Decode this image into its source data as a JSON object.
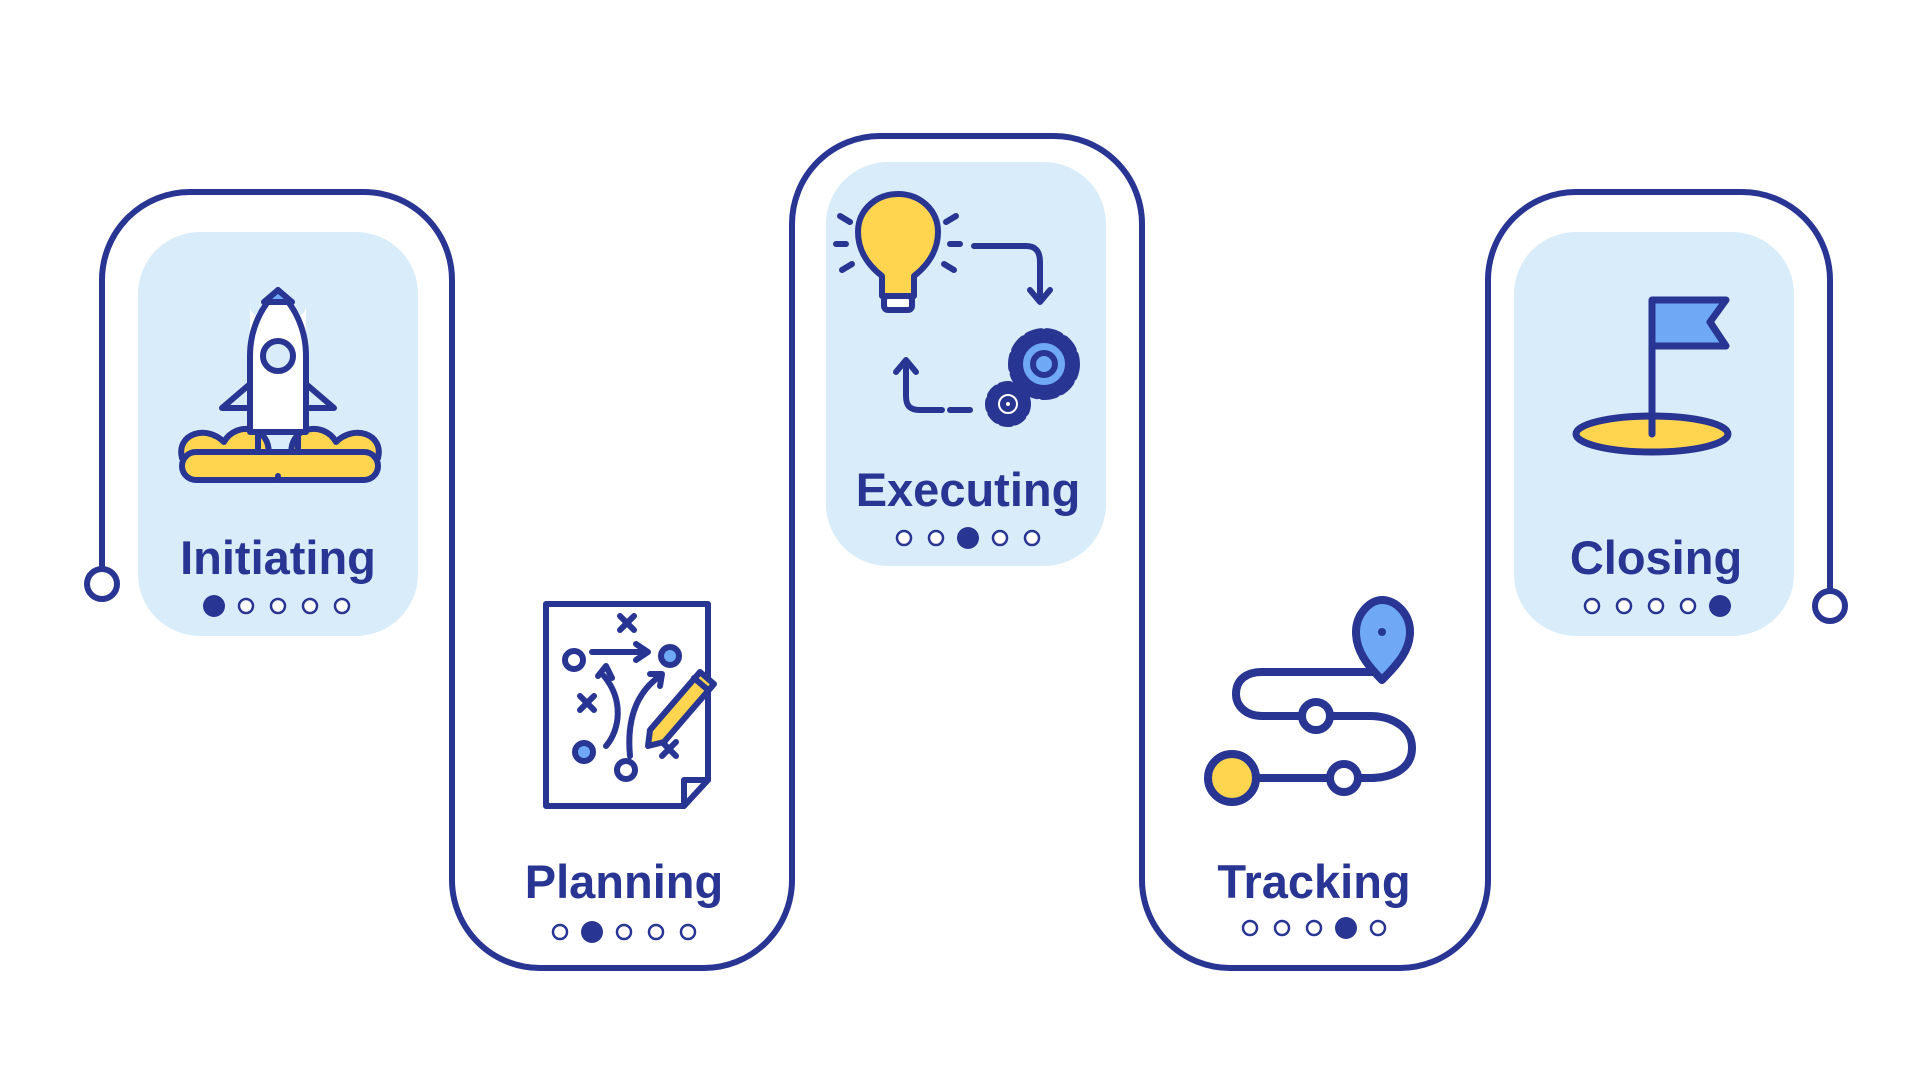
{
  "colors": {
    "navy": "#283593",
    "panel": "#d9ecf9",
    "yellow": "#ffd54f",
    "blue": "#6fa8f5",
    "background": "#ffffff"
  },
  "stages": [
    {
      "id": "initiating",
      "label": "Initiating",
      "icon": "rocket-icon",
      "dots_total": 5,
      "active_dot": 1
    },
    {
      "id": "planning",
      "label": "Planning",
      "icon": "strategy-plan-icon",
      "dots_total": 5,
      "active_dot": 2
    },
    {
      "id": "executing",
      "label": "Executing",
      "icon": "idea-gears-cycle-icon",
      "dots_total": 5,
      "active_dot": 3
    },
    {
      "id": "tracking",
      "label": "Tracking",
      "icon": "route-pin-icon",
      "dots_total": 5,
      "active_dot": 4
    },
    {
      "id": "closing",
      "label": "Closing",
      "icon": "flag-hole-icon",
      "dots_total": 5,
      "active_dot": 5
    }
  ]
}
